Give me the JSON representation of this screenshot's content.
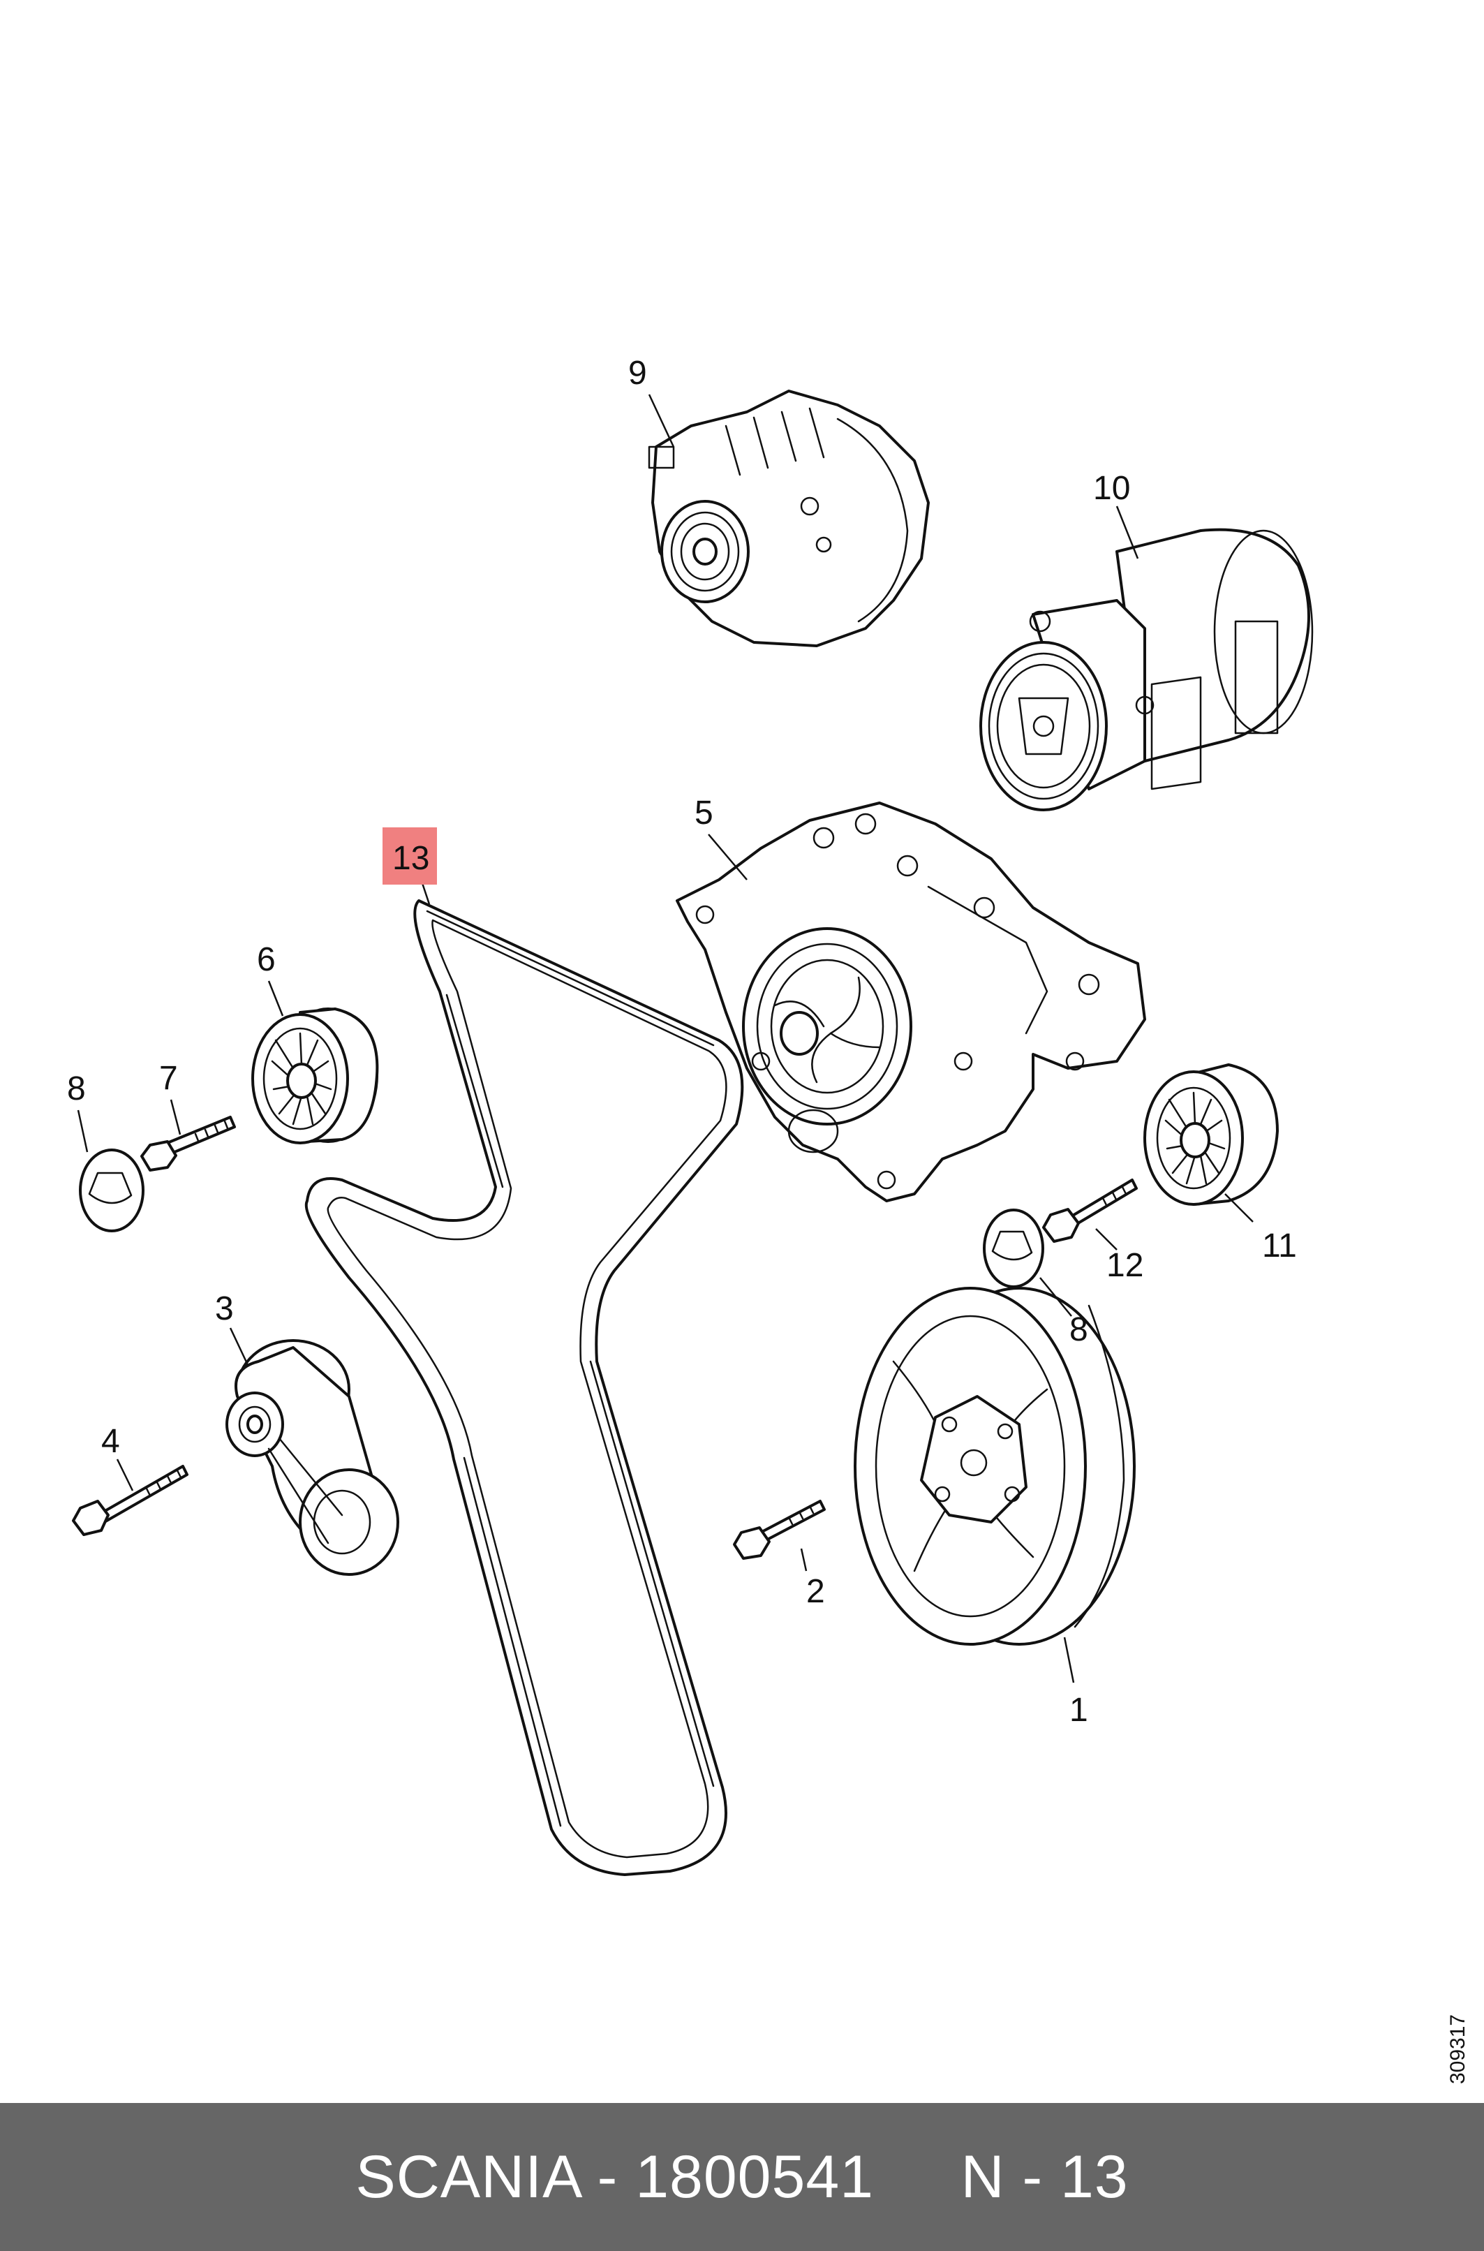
{
  "diagram": {
    "callouts": {
      "c1": "1",
      "c2": "2",
      "c3": "3",
      "c4": "4",
      "c5": "5",
      "c6": "6",
      "c7": "7",
      "c8a": "8",
      "c8b": "8",
      "c9": "9",
      "c10": "10",
      "c11": "11",
      "c12": "12",
      "c13": "13"
    },
    "highlighted_callout": "13",
    "highlight_color": "#f08080",
    "drawing_number": "309317"
  },
  "footer": {
    "text": "SCANIA - 1800541     N - 13",
    "background": "#666666",
    "text_color": "#ffffff"
  }
}
